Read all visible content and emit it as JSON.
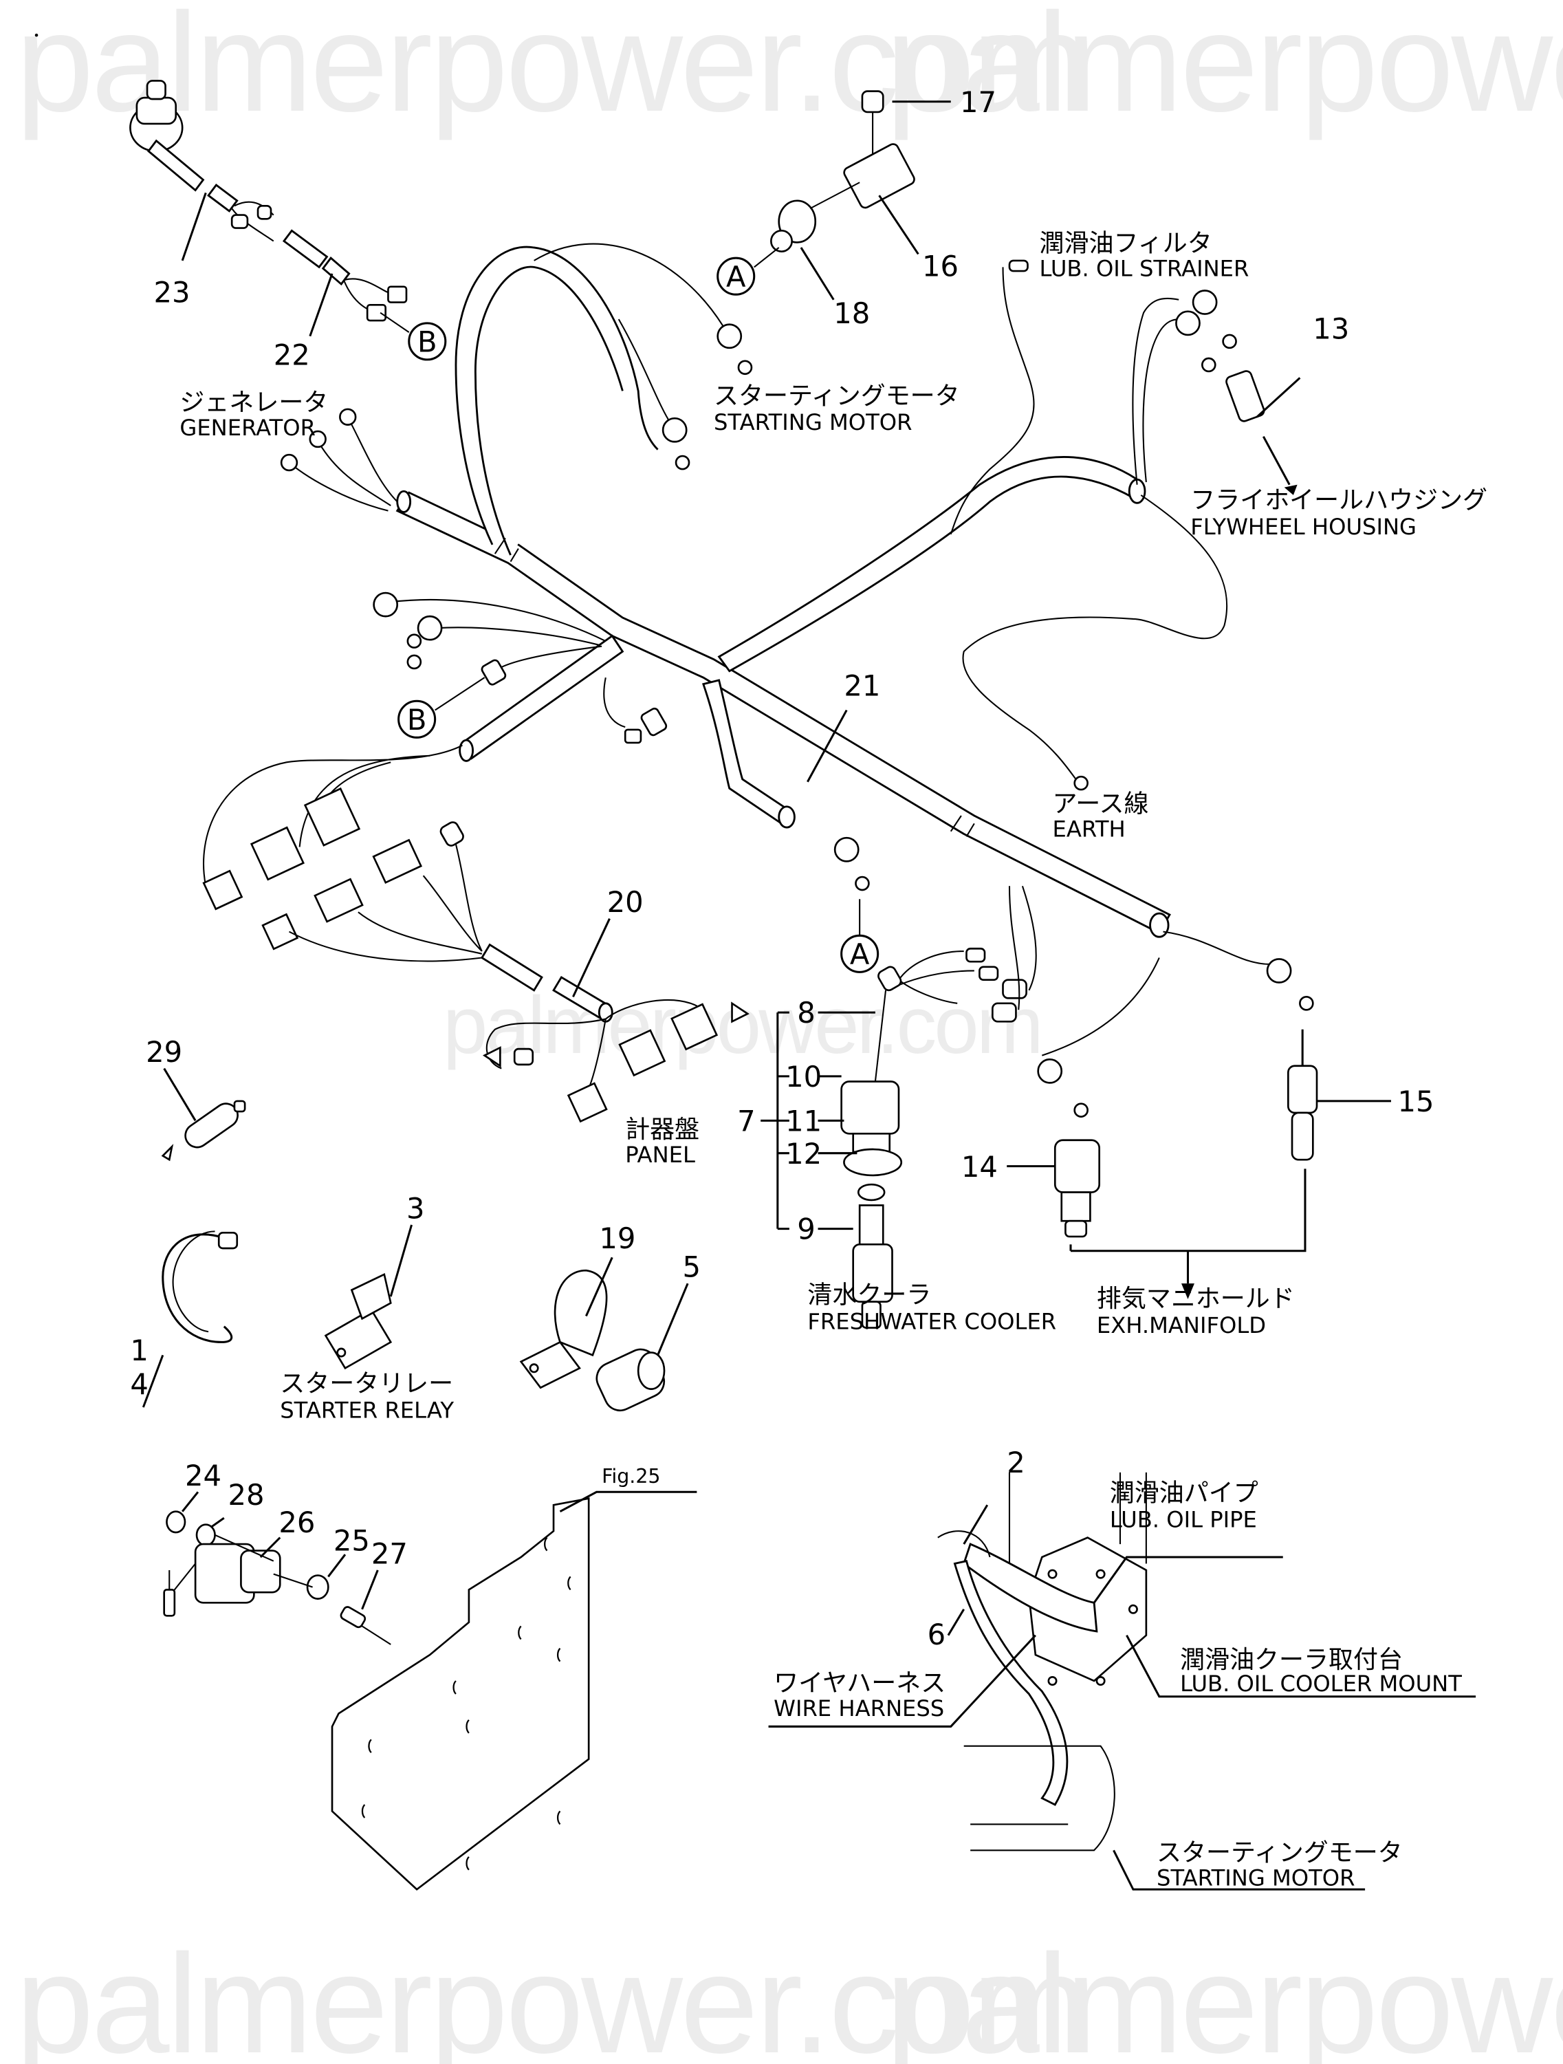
{
  "watermark": {
    "text": "palmerpower.com",
    "color": "#ececec",
    "instances": [
      "top-left",
      "top-right",
      "center",
      "bottom-left",
      "bottom-right"
    ]
  },
  "diagram": {
    "title": "Wire harness parts diagram",
    "reference_markers": {
      "A": "A",
      "B": "B"
    },
    "callouts": {
      "p1": "1",
      "p2": "2",
      "p3": "3",
      "p4": "4",
      "p5": "5",
      "p6": "6",
      "p7": "7",
      "p8": "8",
      "p9": "9",
      "p10": "10",
      "p11": "11",
      "p12": "12",
      "p13": "13",
      "p14": "14",
      "p15": "15",
      "p16": "16",
      "p17": "17",
      "p18": "18",
      "p19": "19",
      "p20": "20",
      "p21": "21",
      "p22": "22",
      "p23": "23",
      "p24": "24",
      "p25": "25",
      "p26": "26",
      "p27": "27",
      "p28": "28",
      "p29": "29"
    },
    "labels": {
      "generator": {
        "jp": "ジェネレータ",
        "en": "GENERATOR"
      },
      "starting_motor_top": {
        "jp": "スターティングモータ",
        "en": "STARTING MOTOR"
      },
      "lub_oil_strainer": {
        "jp": "潤滑油フィルタ",
        "en": "LUB. OIL STRAINER"
      },
      "flywheel_housing": {
        "jp": "フライホイールハウジング",
        "en": "FLYWHEEL HOUSING"
      },
      "earth": {
        "jp": "アース線",
        "en": "EARTH"
      },
      "panel": {
        "jp": "計器盤",
        "en": "PANEL"
      },
      "freshwater_cooler": {
        "jp": "清水クーラ",
        "en": "FRESHWATER COOLER"
      },
      "exh_manifold": {
        "jp": "排気マニホールド",
        "en": "EXH.MANIFOLD"
      },
      "starter_relay": {
        "jp": "スタータリレー",
        "en": "STARTER RELAY"
      },
      "fig_ref": "Fig.25",
      "lub_oil_pipe": {
        "jp": "潤滑油パイプ",
        "en": "LUB. OIL PIPE"
      },
      "lub_oil_cooler_mount": {
        "jp": "潤滑油クーラ取付台",
        "en": "LUB. OIL COOLER MOUNT"
      },
      "wire_harness": {
        "jp": "ワイヤハーネス",
        "en": "WIRE HARNESS"
      },
      "starting_motor_bottom": {
        "jp": "スターティングモータ",
        "en": "STARTING MOTOR"
      }
    }
  }
}
